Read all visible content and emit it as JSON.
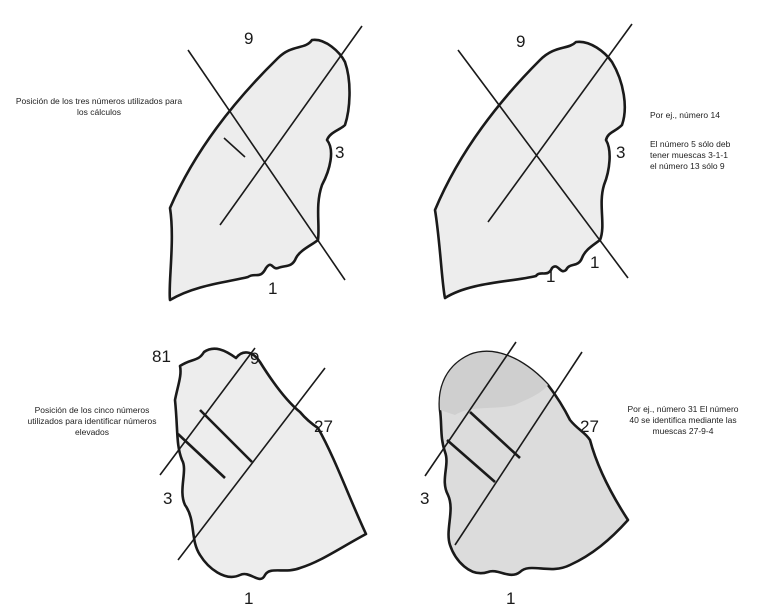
{
  "panels": [
    {
      "id": "top-left",
      "numbers": [
        "9",
        "3",
        "1"
      ],
      "note": "Posición de los tres números utilizados para los cálculos"
    },
    {
      "id": "top-right",
      "numbers": [
        "9",
        "3",
        "1",
        "1"
      ],
      "note_lines": [
        "Por ej., número 14",
        "El número 5 sólo deb",
        "tener muescas 3-1-1",
        "el número 13 sólo 9"
      ]
    },
    {
      "id": "bottom-left",
      "numbers": [
        "81",
        "9",
        "27",
        "3",
        "1"
      ],
      "note": "Posición de los cinco números utilizados para identificar números elevados"
    },
    {
      "id": "bottom-right",
      "numbers": [
        "27",
        "3",
        "1"
      ],
      "note": "Por ej., número 31 El número 40 se identifica mediante las muescas 27-9-4"
    }
  ],
  "colors": {
    "ink": "#1a1a1a",
    "fill": "#ededed",
    "fill_highlight": "#dcdcdc",
    "background": "#ffffff"
  }
}
